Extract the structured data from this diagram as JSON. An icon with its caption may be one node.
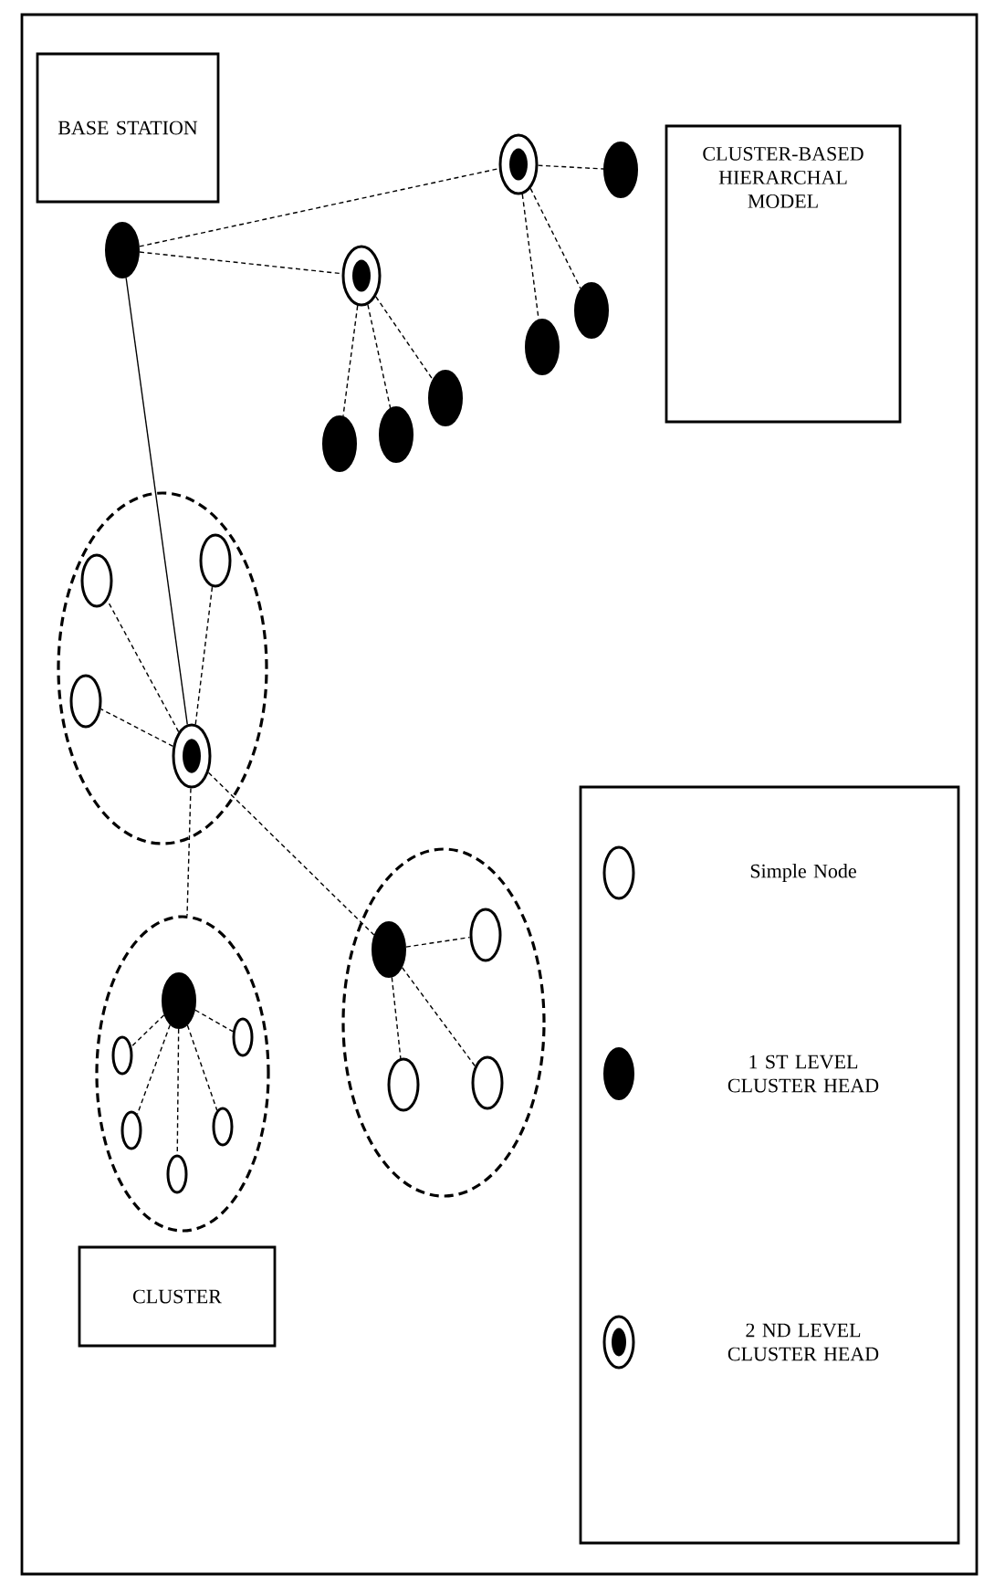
{
  "diagram": {
    "nodes": [
      {
        "text": [
          "BASE STATION"
        ]
      },
      {
        "text": [
          "CLUSTER-BASED HIERARCHAL MODEL"
        ]
      },
      {
        "text": [],
        "shape": "dot"
      },
      {
        "text": [],
        "shape": "ring"
      },
      {
        "text": [],
        "shape": "dot"
      },
      {
        "text": [],
        "shape": "dot"
      },
      {
        "text": [],
        "shape": "dot"
      },
      {
        "text": [],
        "shape": "ring"
      },
      {
        "text": [],
        "shape": "dot"
      },
      {
        "text": [],
        "shape": "dot"
      },
      {
        "text": [],
        "shape": "dot"
      },
      {
        "text": [],
        "shape": "ellipse"
      },
      {
        "text": [],
        "shape": "ring",
        "in": 11
      },
      {
        "text": [],
        "shape": "circle",
        "in": 11
      },
      {
        "text": [],
        "shape": "circle",
        "in": 11
      },
      {
        "text": [],
        "shape": "circle",
        "in": 11
      },
      {
        "text": [],
        "shape": "ellipse"
      },
      {
        "text": [],
        "shape": "dot",
        "in": 16
      },
      {
        "text": [],
        "shape": "circle",
        "in": 16
      },
      {
        "text": [],
        "shape": "circle",
        "in": 16
      },
      {
        "text": [],
        "shape": "circle",
        "in": 16
      },
      {
        "text": [],
        "shape": "circle",
        "in": 16
      },
      {
        "text": [],
        "shape": "circle",
        "in": 16
      },
      {
        "text": [],
        "shape": "ellipse"
      },
      {
        "text": [],
        "shape": "dot",
        "in": 23
      },
      {
        "text": [],
        "shape": "circle",
        "in": 23
      },
      {
        "text": [],
        "shape": "circle",
        "in": 23
      },
      {
        "text": [],
        "shape": "circle",
        "in": 23
      },
      {
        "text": [
          "CLUSTER"
        ]
      }
    ],
    "edges": [
      {
        "from": 2,
        "to": 3,
        "arrow": "none",
        "style": "dashed"
      },
      {
        "from": 3,
        "to": 4,
        "arrow": "none",
        "style": "dashed"
      },
      {
        "from": 3,
        "to": 5,
        "arrow": "none",
        "style": "dashed"
      },
      {
        "from": 3,
        "to": 6,
        "arrow": "none",
        "style": "dashed"
      },
      {
        "from": 2,
        "to": 7,
        "arrow": "none",
        "style": "dashed"
      },
      {
        "from": 7,
        "to": 8,
        "arrow": "none",
        "style": "dashed"
      },
      {
        "from": 7,
        "to": 9,
        "arrow": "none",
        "style": "dashed"
      },
      {
        "from": 7,
        "to": 10,
        "arrow": "none",
        "style": "dashed"
      },
      {
        "from": 2,
        "to": 12,
        "arrow": "none"
      },
      {
        "from": 12,
        "to": 13,
        "arrow": "none",
        "style": "dashed"
      },
      {
        "from": 12,
        "to": 14,
        "arrow": "none",
        "style": "dashed"
      },
      {
        "from": 12,
        "to": 15,
        "arrow": "none",
        "style": "dashed"
      },
      {
        "from": 12,
        "to": 16,
        "arrow": "none",
        "style": "dashed"
      },
      {
        "from": 12,
        "to": 24,
        "arrow": "none",
        "style": "dashed"
      },
      {
        "from": 17,
        "to": 18,
        "arrow": "none",
        "style": "dashed"
      },
      {
        "from": 17,
        "to": 19,
        "arrow": "none",
        "style": "dashed"
      },
      {
        "from": 17,
        "to": 20,
        "arrow": "none",
        "style": "dashed"
      },
      {
        "from": 17,
        "to": 21,
        "arrow": "none",
        "style": "dashed"
      },
      {
        "from": 17,
        "to": 22,
        "arrow": "none",
        "style": "dashed"
      },
      {
        "from": 24,
        "to": 25,
        "arrow": "none",
        "style": "dashed"
      },
      {
        "from": 24,
        "to": 26,
        "arrow": "none",
        "style": "dashed"
      },
      {
        "from": 24,
        "to": 27,
        "arrow": "none",
        "style": "dashed"
      }
    ],
    "legend": [
      {
        "text": "Simple Node"
      },
      {
        "text": "1 ST LEVEL CLUSTER HEAD"
      },
      {
        "text": "2 ND LEVEL CLUSTER HEAD"
      }
    ]
  }
}
